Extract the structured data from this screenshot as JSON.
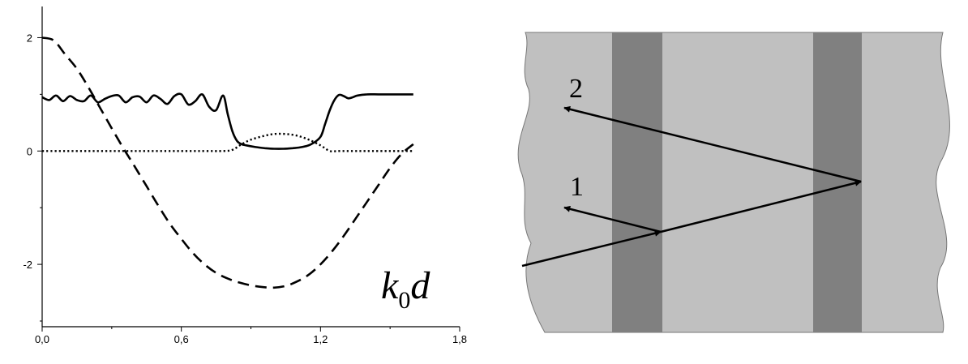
{
  "chart_data": {
    "type": "line",
    "xlim": [
      0.0,
      1.8
    ],
    "ylim": [
      -3.1,
      2.55
    ],
    "x_ticks": [
      {
        "value": 0.0,
        "label": "0,0"
      },
      {
        "value": 0.6,
        "label": "0,6"
      },
      {
        "value": 1.2,
        "label": "1,2"
      },
      {
        "value": 1.8,
        "label": "1,8"
      }
    ],
    "y_ticks": [
      {
        "value": 2,
        "label": "2"
      },
      {
        "value": 0,
        "label": "0"
      },
      {
        "value": -2,
        "label": "-2"
      }
    ],
    "grid": false,
    "legend": "none",
    "axis_annotation": {
      "base": "k",
      "sub": "0",
      "tail": "d"
    },
    "series": [
      {
        "style": "solid",
        "x": [
          0.0,
          0.03,
          0.06,
          0.09,
          0.12,
          0.15,
          0.18,
          0.21,
          0.24,
          0.27,
          0.3,
          0.33,
          0.36,
          0.39,
          0.42,
          0.45,
          0.48,
          0.51,
          0.54,
          0.57,
          0.6,
          0.63,
          0.66,
          0.69,
          0.72,
          0.75,
          0.78,
          0.8,
          0.82,
          0.84,
          0.86,
          0.88,
          0.92,
          0.96,
          1.0,
          1.04,
          1.08,
          1.12,
          1.16,
          1.2,
          1.22,
          1.24,
          1.26,
          1.28,
          1.3,
          1.32,
          1.34,
          1.36,
          1.4,
          1.45,
          1.5,
          1.55,
          1.6
        ],
        "values": [
          0.95,
          0.9,
          0.98,
          0.88,
          0.97,
          0.9,
          0.88,
          0.98,
          0.86,
          0.92,
          0.97,
          0.98,
          0.86,
          0.95,
          0.96,
          0.86,
          0.98,
          0.92,
          0.83,
          0.97,
          1.0,
          0.82,
          0.88,
          1.0,
          0.78,
          0.72,
          0.98,
          0.65,
          0.35,
          0.18,
          0.12,
          0.1,
          0.07,
          0.05,
          0.04,
          0.04,
          0.05,
          0.07,
          0.12,
          0.25,
          0.48,
          0.72,
          0.9,
          0.99,
          0.97,
          0.93,
          0.95,
          0.98,
          1.0,
          1.0,
          1.0,
          1.0,
          1.0
        ]
      },
      {
        "style": "dashed",
        "x": [
          0.0,
          0.05,
          0.1,
          0.15,
          0.2,
          0.25,
          0.3,
          0.35,
          0.4,
          0.45,
          0.5,
          0.55,
          0.6,
          0.65,
          0.7,
          0.75,
          0.8,
          0.85,
          0.9,
          0.95,
          1.0,
          1.05,
          1.1,
          1.15,
          1.2,
          1.25,
          1.3,
          1.35,
          1.4,
          1.45,
          1.5,
          1.55,
          1.6
        ],
        "values": [
          2.0,
          1.95,
          1.7,
          1.45,
          1.12,
          0.76,
          0.4,
          0.05,
          -0.28,
          -0.62,
          -0.96,
          -1.28,
          -1.55,
          -1.8,
          -2.0,
          -2.15,
          -2.25,
          -2.32,
          -2.37,
          -2.4,
          -2.41,
          -2.38,
          -2.3,
          -2.18,
          -2.0,
          -1.77,
          -1.5,
          -1.2,
          -0.9,
          -0.6,
          -0.3,
          -0.05,
          0.12
        ]
      },
      {
        "style": "dotted",
        "x": [
          0.0,
          0.2,
          0.4,
          0.6,
          0.7,
          0.78,
          0.82,
          0.86,
          0.9,
          0.95,
          1.0,
          1.05,
          1.1,
          1.15,
          1.2,
          1.24,
          1.28,
          1.35,
          1.45,
          1.6
        ],
        "values": [
          0.0,
          0.0,
          0.0,
          0.0,
          0.0,
          0.0,
          0.02,
          0.12,
          0.2,
          0.26,
          0.3,
          0.3,
          0.27,
          0.2,
          0.1,
          0.0,
          0.0,
          0.0,
          0.0,
          0.0
        ]
      }
    ]
  },
  "diagram": {
    "labels": {
      "ray_2": "2",
      "ray_1": "1"
    },
    "colors": {
      "medium": "#c0c0c0",
      "layer": "#808080",
      "ray": "#000000"
    }
  }
}
